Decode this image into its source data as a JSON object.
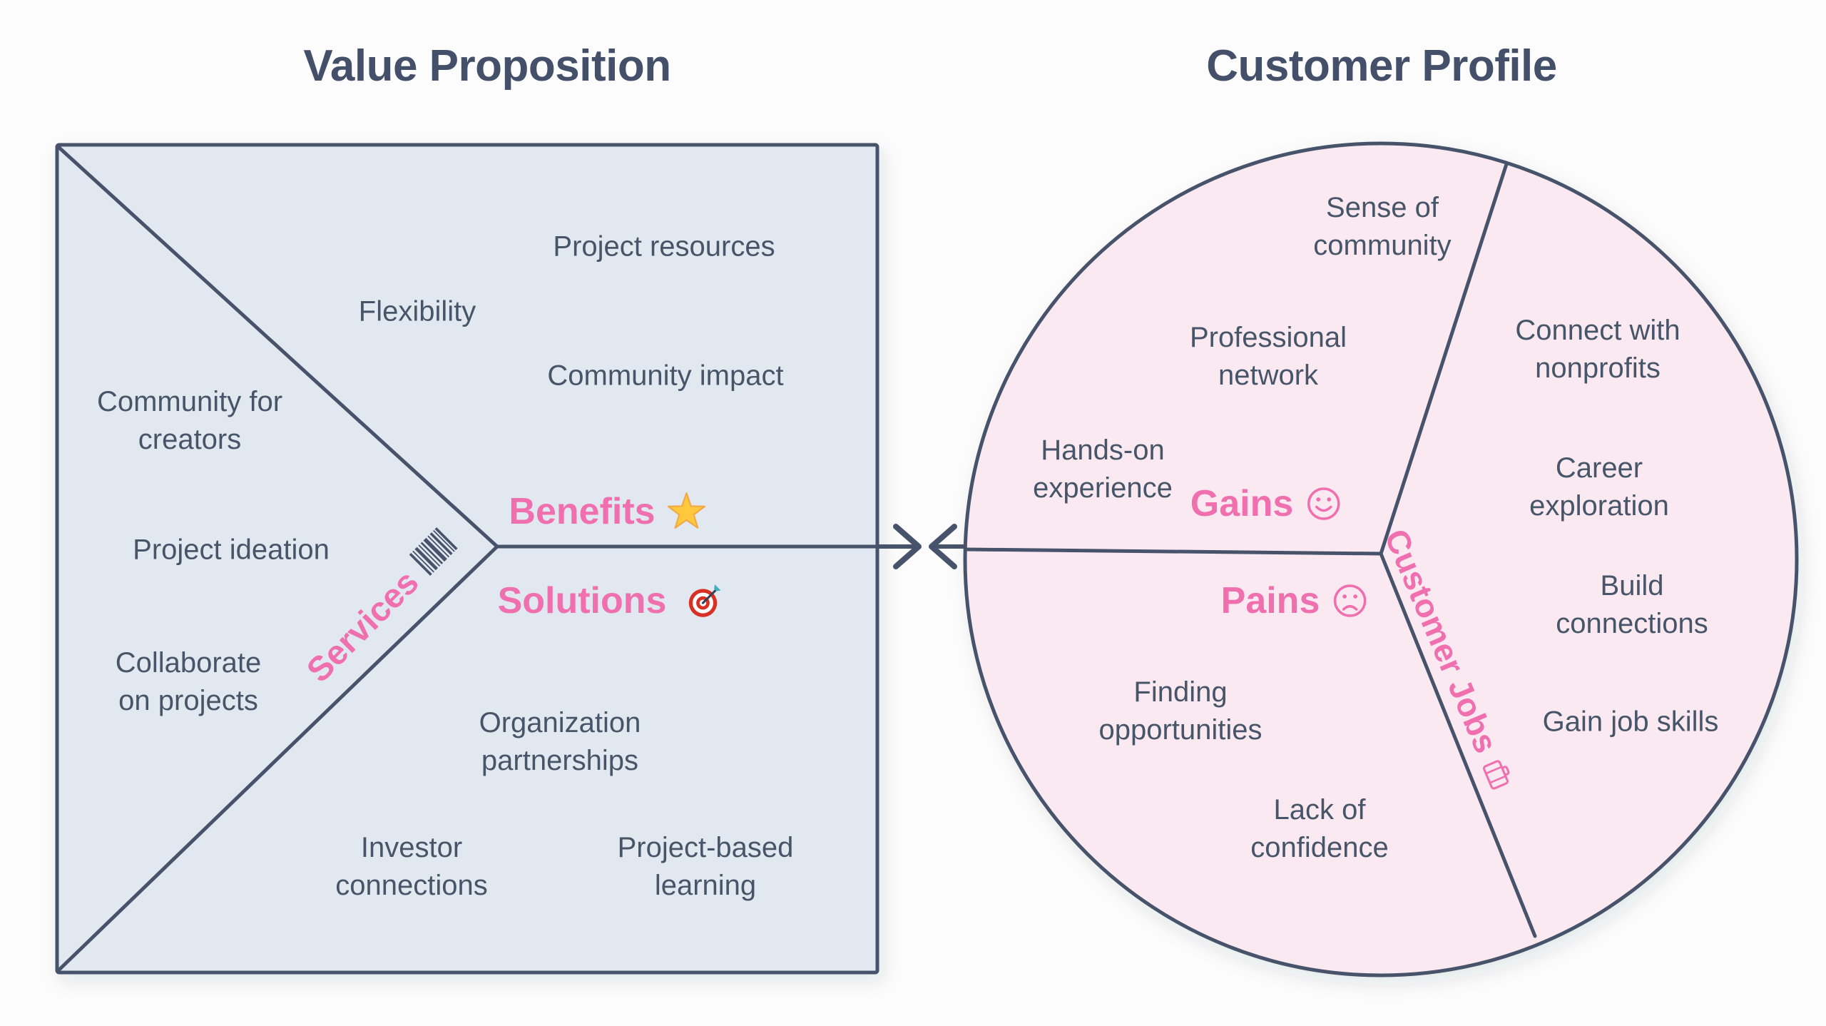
{
  "titles": {
    "value_proposition": "Value Proposition",
    "customer_profile": "Customer Profile"
  },
  "value_proposition": {
    "shape": "square",
    "sections": {
      "services": {
        "label": "Services",
        "icon": "barcode"
      },
      "benefits": {
        "label": "Benefits",
        "icon": "star"
      },
      "solutions": {
        "label": "Solutions",
        "icon": "dart-target"
      }
    },
    "items": [
      {
        "text": "Project resources"
      },
      {
        "text": "Flexibility"
      },
      {
        "text": "Community impact"
      },
      {
        "text": "Community for\ncreators"
      },
      {
        "text": "Project ideation"
      },
      {
        "text": "Collaborate\non projects"
      },
      {
        "text": "Organization\npartnerships"
      },
      {
        "text": "Investor\nconnections"
      },
      {
        "text": "Project-based\nlearning"
      }
    ]
  },
  "customer_profile": {
    "shape": "circle",
    "sections": {
      "gains": {
        "label": "Gains",
        "icon": "smiling-face"
      },
      "pains": {
        "label": "Pains",
        "icon": "frowning-face"
      },
      "customer_jobs": {
        "label": "Customer Jobs",
        "icon": "briefcase"
      }
    },
    "items": [
      {
        "text": "Sense of\ncommunity"
      },
      {
        "text": "Professional\nnetwork"
      },
      {
        "text": "Hands-on\nexperience"
      },
      {
        "text": "Connect with\nnonprofits"
      },
      {
        "text": "Career exploration"
      },
      {
        "text": "Build connections"
      },
      {
        "text": "Gain job skills"
      },
      {
        "text": "Finding\nopportunities"
      },
      {
        "text": "Lack of\nconfidence"
      }
    ]
  },
  "connector": {
    "icon": "fit-arrows"
  },
  "colors": {
    "outline": "#46536b",
    "text": "#475569",
    "accent_pink": "#f06fae",
    "square_fill": "#e2e8f0",
    "circle_fill": "#fbe9f1",
    "star_yellow": "#ffc83d",
    "target_red": "#d93025"
  }
}
